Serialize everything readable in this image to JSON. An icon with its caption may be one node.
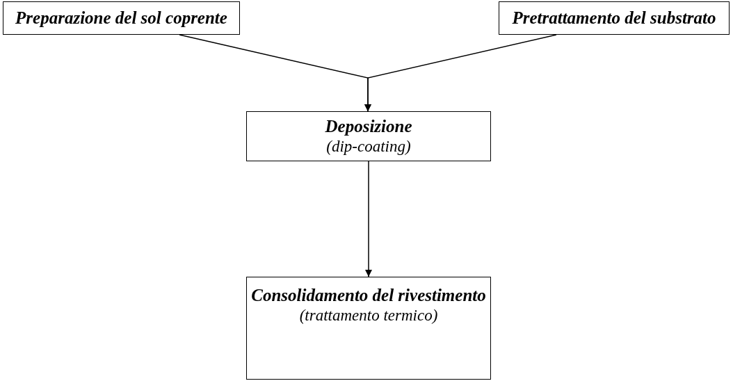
{
  "diagram": {
    "nodes": [
      {
        "text": [
          "Preparazione del sol coprente"
        ]
      },
      {
        "text": [
          "Pretrattamento del substrato"
        ]
      },
      {
        "text": [
          "Deposizione",
          "(dip-coating)"
        ]
      },
      {
        "text": [
          "Consolidamento del rivestimento",
          "(trattamento termico)"
        ]
      }
    ],
    "edges": [
      {
        "from": 0,
        "to": 2,
        "arrow": "to"
      },
      {
        "from": 1,
        "to": 2,
        "arrow": "to"
      },
      {
        "from": 2,
        "to": 3,
        "arrow": "to"
      }
    ]
  }
}
